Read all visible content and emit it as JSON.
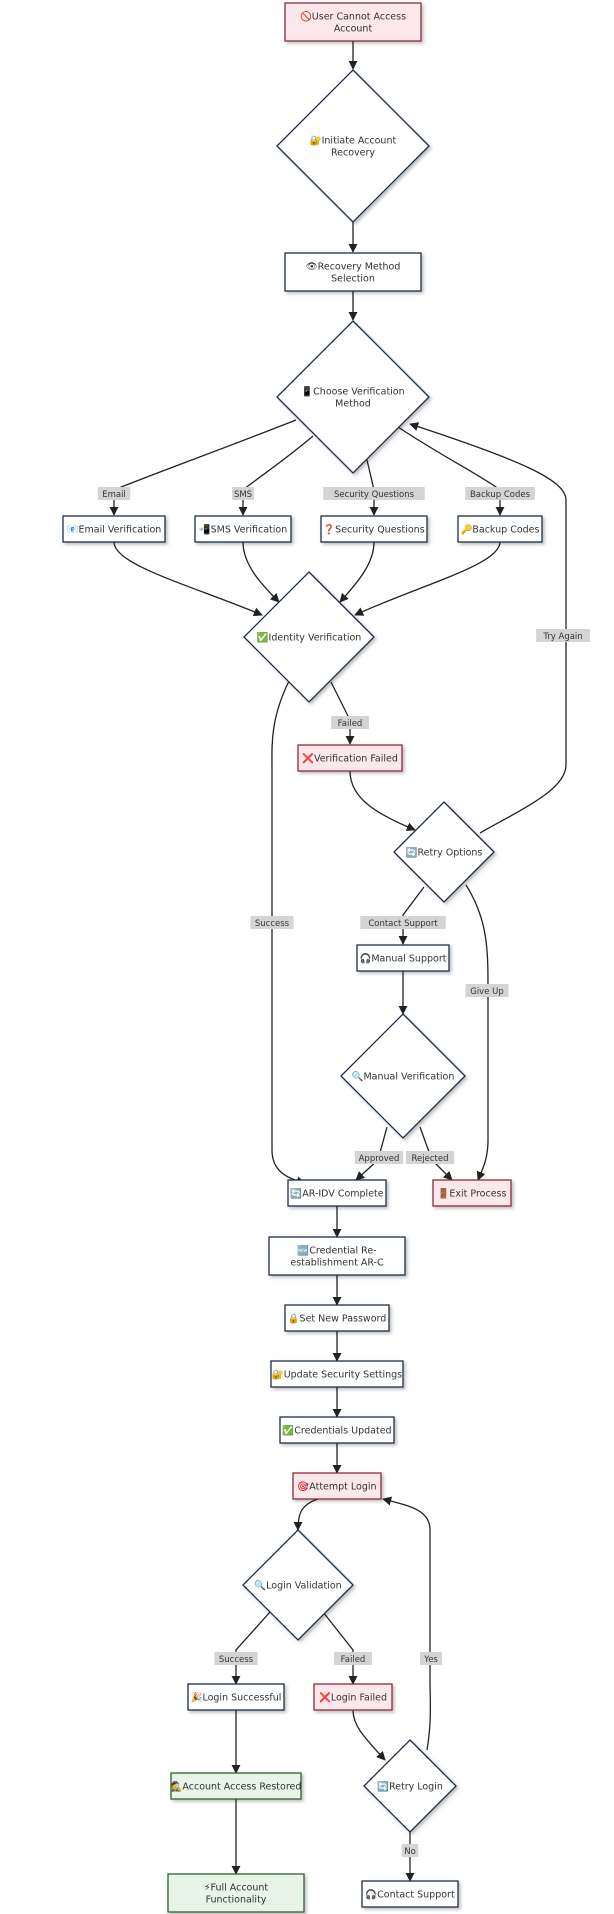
{
  "colors": {
    "default_fill": "#ffffff",
    "default_stroke": "#1f2d4a",
    "error_fill": "#fce8ec",
    "error_stroke": "#8a2b3d",
    "success_fill": "#e8f4e8",
    "success_stroke": "#2f5e2f",
    "edge": "#222222",
    "label_bg": "#d4d4d4"
  },
  "nodes": {
    "user_cannot_access": {
      "icon": "🚫",
      "lines": [
        "User Cannot Access",
        "Account"
      ],
      "style": "error"
    },
    "initiate_recovery": {
      "icon": "🔐",
      "lines": [
        "Initiate Account",
        "Recovery"
      ],
      "style": "default"
    },
    "recovery_method": {
      "icon": "👁",
      "lines": [
        "Recovery Method",
        "Selection"
      ],
      "style": "default"
    },
    "choose_verification": {
      "icon": "📱",
      "lines": [
        "Choose Verification",
        "Method"
      ],
      "style": "default"
    },
    "email_verification": {
      "icon": "📧",
      "lines": [
        "Email Verification"
      ],
      "style": "default"
    },
    "sms_verification": {
      "icon": "📲",
      "lines": [
        "SMS Verification"
      ],
      "style": "default"
    },
    "security_questions": {
      "icon": "❓",
      "lines": [
        "Security Questions"
      ],
      "style": "default"
    },
    "backup_codes": {
      "icon": "🔑",
      "lines": [
        "Backup Codes"
      ],
      "style": "default"
    },
    "identity_verification": {
      "icon": "✅",
      "lines": [
        "Identity Verification"
      ],
      "style": "default"
    },
    "verification_failed": {
      "icon": "❌",
      "lines": [
        "Verification Failed"
      ],
      "style": "error"
    },
    "retry_options": {
      "icon": "🔄",
      "lines": [
        "Retry Options"
      ],
      "style": "default"
    },
    "manual_support": {
      "icon": "🎧",
      "lines": [
        "Manual Support"
      ],
      "style": "default"
    },
    "manual_verification": {
      "icon": "🔍",
      "lines": [
        "Manual Verification"
      ],
      "style": "default"
    },
    "ar_idv_complete": {
      "icon": "🔄",
      "lines": [
        "AR-IDV Complete"
      ],
      "style": "default"
    },
    "exit_process": {
      "icon": "🚪",
      "lines": [
        "Exit Process"
      ],
      "style": "error"
    },
    "credential_reestablish": {
      "icon": "🆕",
      "lines": [
        "Credential Re-",
        "establishment AR-C"
      ],
      "style": "default"
    },
    "set_new_password": {
      "icon": "🔒",
      "lines": [
        "Set New Password"
      ],
      "style": "default"
    },
    "update_security": {
      "icon": "🔐",
      "lines": [
        "Update Security Settings"
      ],
      "style": "default"
    },
    "credentials_updated": {
      "icon": "✅",
      "lines": [
        "Credentials Updated"
      ],
      "style": "default"
    },
    "attempt_login": {
      "icon": "🎯",
      "lines": [
        "Attempt Login"
      ],
      "style": "error"
    },
    "login_validation": {
      "icon": "🔍",
      "lines": [
        "Login Validation"
      ],
      "style": "default"
    },
    "login_successful": {
      "icon": "🎉",
      "lines": [
        "Login Successful"
      ],
      "style": "default"
    },
    "login_failed": {
      "icon": "❌",
      "lines": [
        "Login Failed"
      ],
      "style": "error"
    },
    "account_access_restored": {
      "icon": "🕵",
      "lines": [
        "Account Access Restored"
      ],
      "style": "success"
    },
    "retry_login": {
      "icon": "🔄",
      "lines": [
        "Retry Login"
      ],
      "style": "default"
    },
    "full_functionality": {
      "icon": "⚡",
      "lines": [
        "Full Account",
        "Functionality"
      ],
      "style": "success"
    },
    "contact_support": {
      "icon": "🎧",
      "lines": [
        "Contact Support"
      ],
      "style": "default"
    }
  },
  "edge_labels": {
    "email": "Email",
    "sms": "SMS",
    "security_questions": "Security Questions",
    "backup_codes": "Backup Codes",
    "failed_identity": "Failed",
    "try_again": "Try Again",
    "success_identity": "Success",
    "contact_support": "Contact Support",
    "give_up": "Give Up",
    "approved": "Approved",
    "rejected": "Rejected",
    "success_login": "Success",
    "failed_login": "Failed",
    "yes": "Yes",
    "no": "No"
  }
}
